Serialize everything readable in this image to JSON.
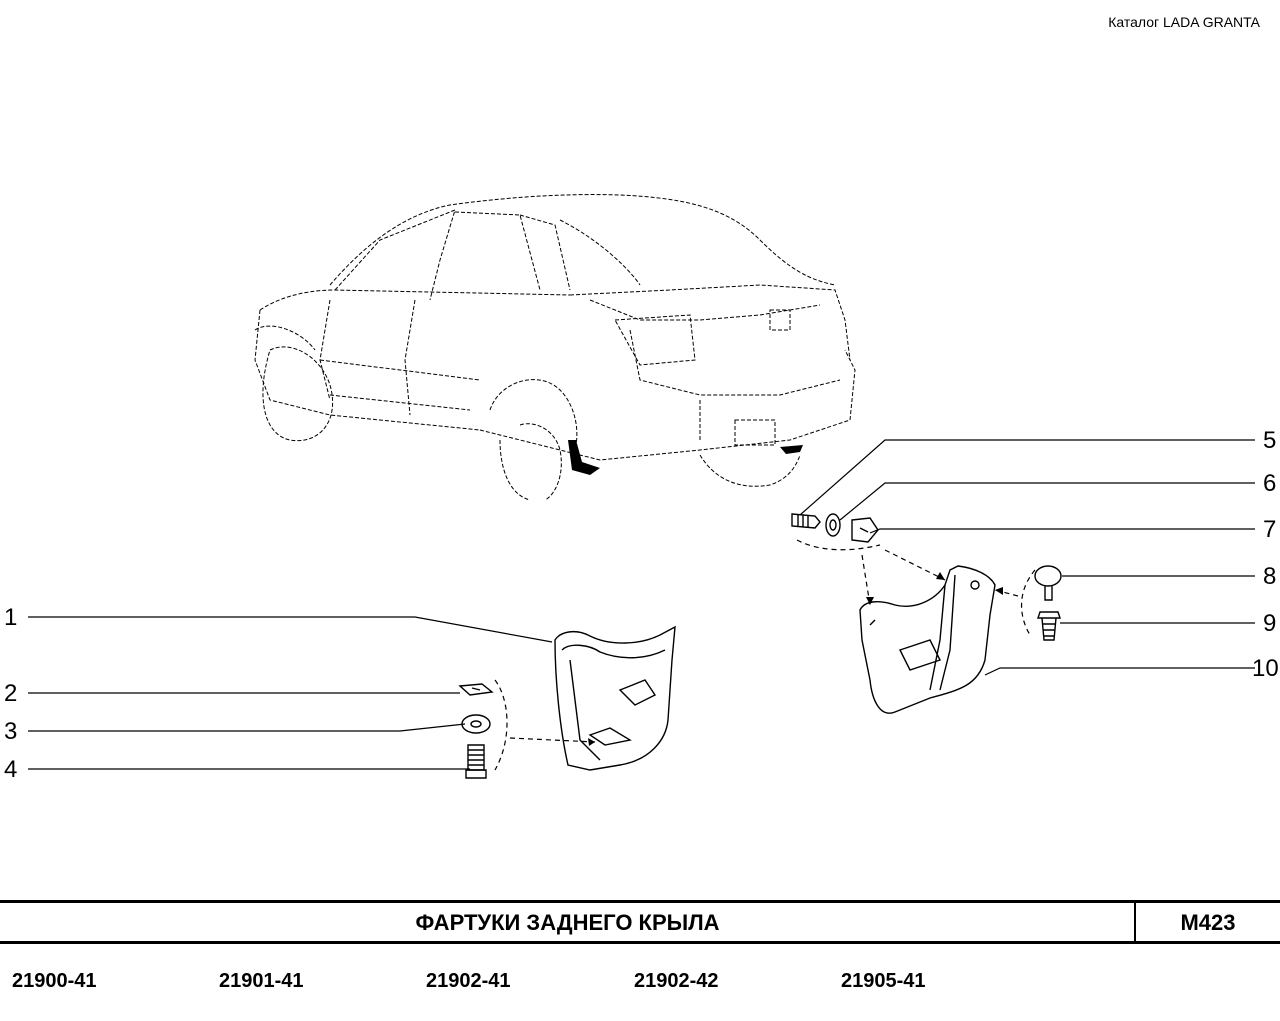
{
  "header": {
    "catalog_label": "Каталог  LADA  GRANTA"
  },
  "callouts": [
    "1",
    "2",
    "3",
    "4",
    "5",
    "6",
    "7",
    "8",
    "9",
    "10"
  ],
  "footer": {
    "title": "ФАРТУКИ ЗАДНЕГО КРЫЛА",
    "page_code": "M423",
    "models": [
      "21900-41",
      "21901-41",
      "21902-41",
      "21902-42",
      "21905-41"
    ]
  }
}
